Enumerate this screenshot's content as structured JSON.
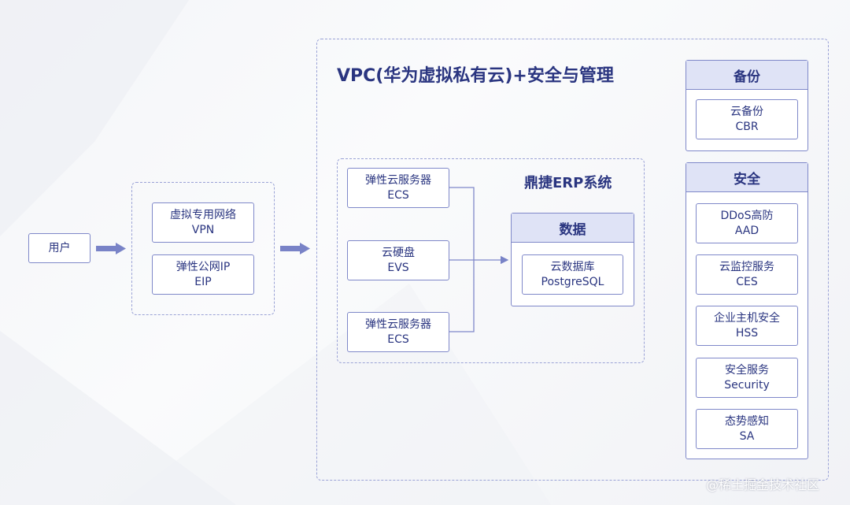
{
  "user": {
    "label": "用户"
  },
  "network": {
    "vpn": {
      "line1": "虚拟专用网络",
      "line2": "VPN"
    },
    "eip": {
      "line1": "弹性公网IP",
      "line2": "EIP"
    }
  },
  "vpc": {
    "title": "VPC(华为虚拟私有云)+安全与管理",
    "erp": {
      "title": "鼎捷ERP系统",
      "ecs_top": {
        "line1": "弹性云服务器",
        "line2": "ECS"
      },
      "evs": {
        "line1": "云硬盘",
        "line2": "EVS"
      },
      "ecs_bottom": {
        "line1": "弹性云服务器",
        "line2": "ECS"
      },
      "data": {
        "header": "数据",
        "db": {
          "line1": "云数据库",
          "line2": "PostgreSQL"
        }
      }
    },
    "backup": {
      "header": "备份",
      "cbr": {
        "line1": "云备份",
        "line2": "CBR"
      }
    },
    "security": {
      "header": "安全",
      "items": [
        {
          "line1": "DDoS高防",
          "line2": "AAD"
        },
        {
          "line1": "云监控服务",
          "line2": "CES"
        },
        {
          "line1": "企业主机安全",
          "line2": "HSS"
        },
        {
          "line1": "安全服务",
          "line2": "Security"
        },
        {
          "line1": "态势感知",
          "line2": "SA"
        }
      ]
    }
  },
  "watermark": "@稀土掘金技术社区",
  "colors": {
    "border": "#7f88c9",
    "header_fill": "#dfe3f6",
    "text": "#2a3580",
    "arrow": "#7983c7"
  }
}
